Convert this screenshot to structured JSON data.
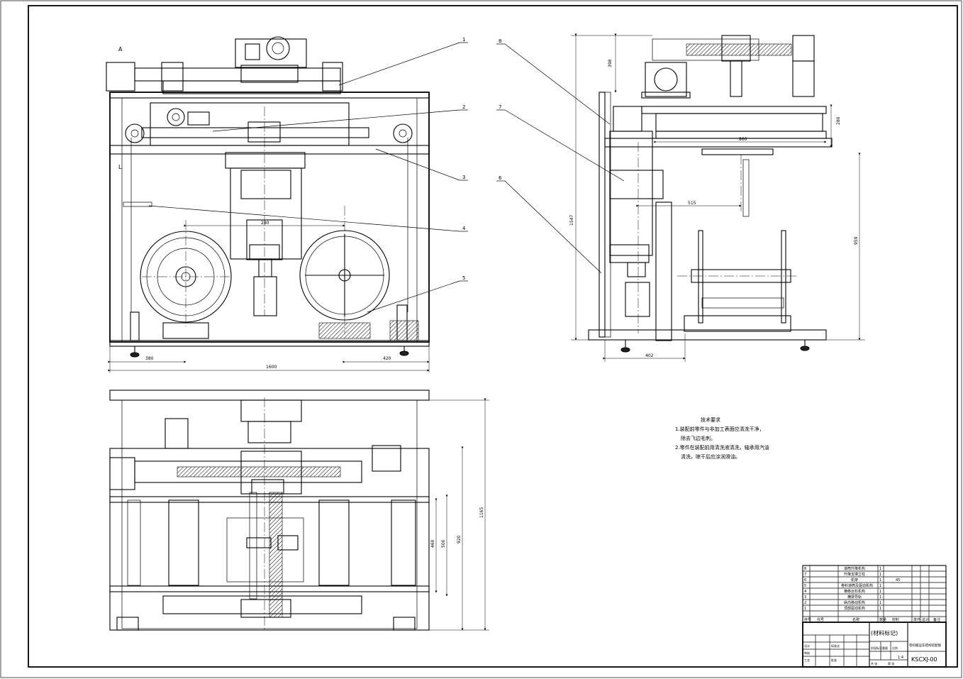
{
  "front_view": {
    "section_mark_top": "A",
    "section_mark_mid": "L",
    "balloons": [
      "1",
      "2",
      "3",
      "4",
      "5"
    ],
    "dims": {
      "wheel_spacing": "280",
      "left_offset": "380",
      "right_offset": "420",
      "overall_width": "1600"
    }
  },
  "side_view": {
    "balloons": [
      "8",
      "7",
      "6"
    ],
    "dims": {
      "top_height": "398",
      "upper_height": "280",
      "frame_width": "860",
      "arm_length": "515",
      "total_height": "1547",
      "lower_height": "959",
      "base_width": "402"
    }
  },
  "top_view": {
    "dims": {
      "inner_460": "460",
      "inner_500": "500",
      "mid_920": "920",
      "overall_1165": "1165"
    }
  },
  "tech_requirements": {
    "title": "技术要求",
    "lines": [
      "1.装配前零件与非加工表面应清洗干净，",
      "除去飞边毛刺。",
      "2.零件在装配前用清洗液清洗，轴承用汽油",
      "清洗，晾干后应涂润滑油。"
    ]
  },
  "parts_list": {
    "rows": [
      {
        "no": "8",
        "name": "滚筒升降机构",
        "qty": "1",
        "material": ""
      },
      {
        "no": "7",
        "name": "升降支撑立柱",
        "qty": "1",
        "material": ""
      },
      {
        "no": "6",
        "name": "机架",
        "qty": "1",
        "material": "45"
      },
      {
        "no": "5",
        "name": "卷料滚筒及驱动机构",
        "qty": "1",
        "material": ""
      },
      {
        "no": "4",
        "name": "横移丝杠机构",
        "qty": "1",
        "material": ""
      },
      {
        "no": "3",
        "name": "横梁导轨",
        "qty": "1",
        "material": ""
      },
      {
        "no": "2",
        "name": "纵向移动机构",
        "qty": "1",
        "material": ""
      },
      {
        "no": "1",
        "name": "顶部驱动机构",
        "qty": "1",
        "material": ""
      }
    ],
    "header": {
      "no": "序号",
      "code": "代号",
      "name": "名称",
      "qty": "数量",
      "material": "材料",
      "unit_weight": "单件",
      "total_weight": "总计",
      "remark": "备注"
    }
  },
  "title_block": {
    "material_mark": "(材料标记)",
    "drawing_title": "卷料搬运车结构装配图",
    "drawing_number": "KSCXJ-00",
    "scale": "1:4",
    "labels": {
      "stage": "阶段标记",
      "weight": "重量",
      "scale": "比例",
      "sheet_total": "共 张",
      "sheet_no": "第 张",
      "designer": "设计",
      "standard": "标准化",
      "review": "审核",
      "craft": "工艺",
      "approve": "批准"
    }
  }
}
